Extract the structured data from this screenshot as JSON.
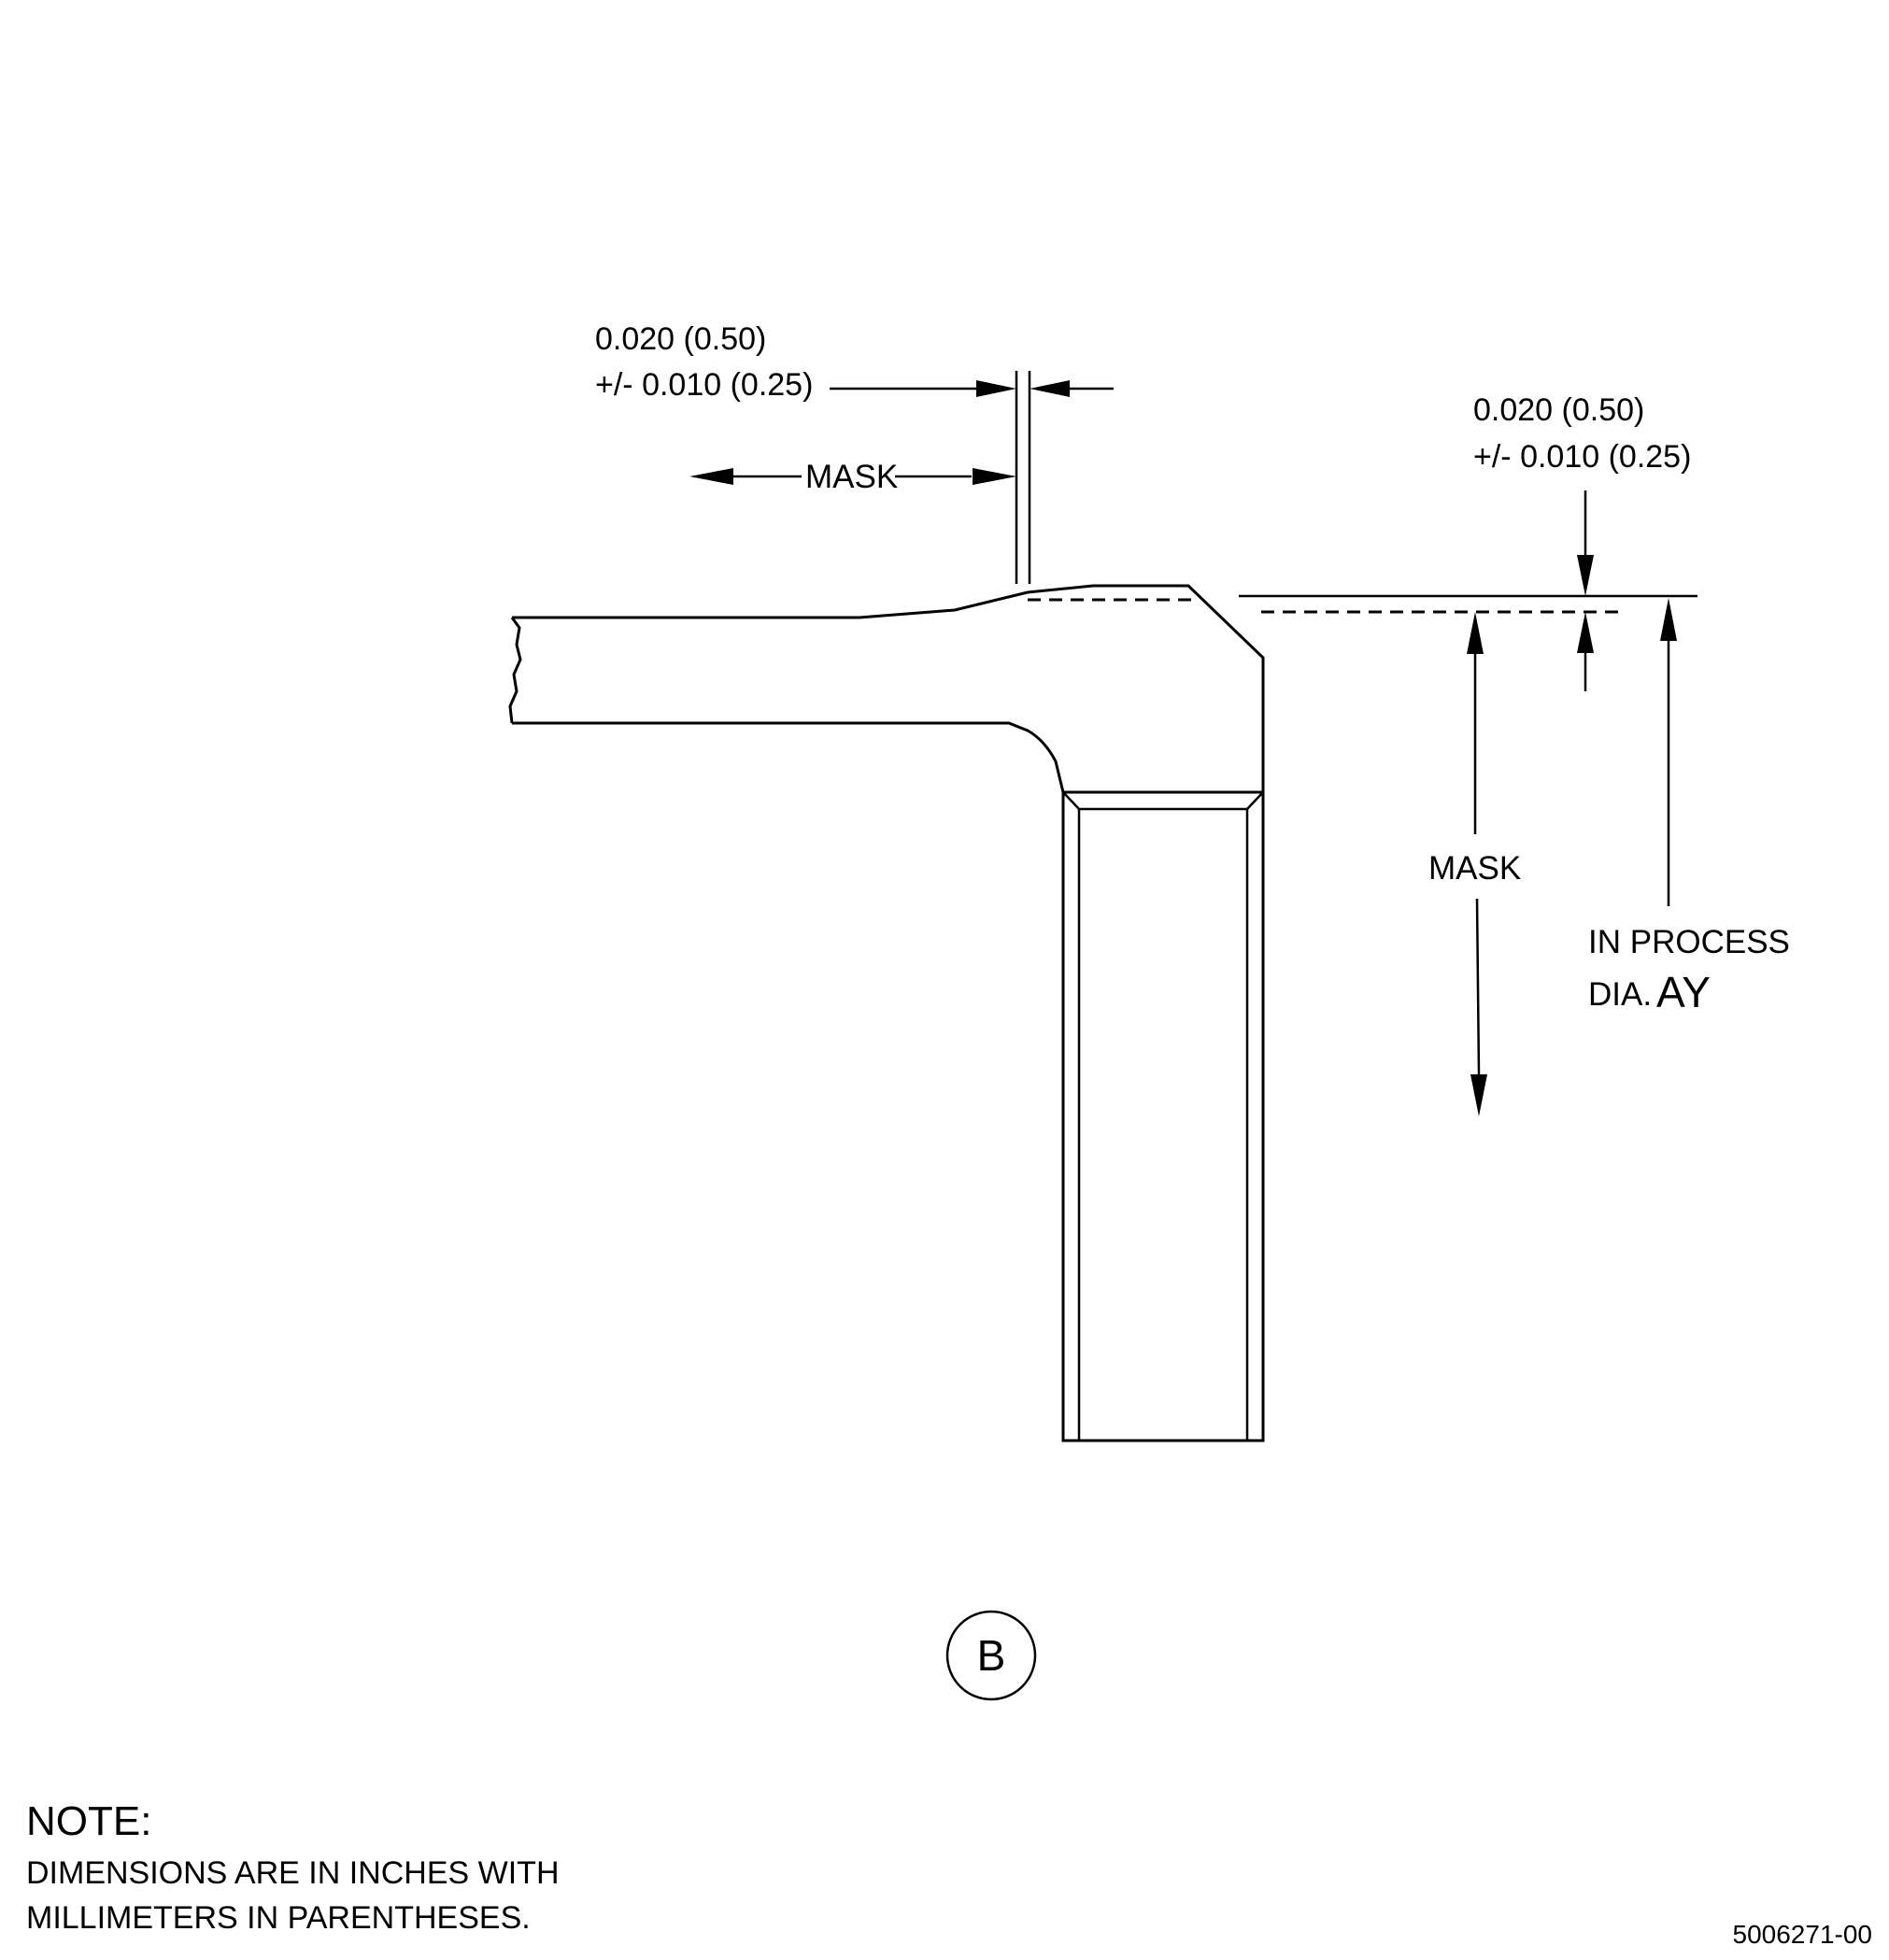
{
  "dimensions": {
    "top_left": {
      "line1": "0.020 (0.50)",
      "line2": "+/- 0.010 (0.25)"
    },
    "top_right": {
      "line1": "0.020 (0.50)",
      "line2": "+/- 0.010 (0.25)"
    }
  },
  "labels": {
    "mask_horizontal": "MASK",
    "mask_vertical": "MASK",
    "in_process_line1": "IN PROCESS",
    "in_process_dia": "DIA.",
    "in_process_code": "AY"
  },
  "view_marker": "B",
  "note": {
    "title": "NOTE:",
    "line1": "DIMENSIONS ARE IN INCHES WITH",
    "line2": "MILLIMETERS IN PARENTHESES."
  },
  "drawing_number": "5006271-00"
}
